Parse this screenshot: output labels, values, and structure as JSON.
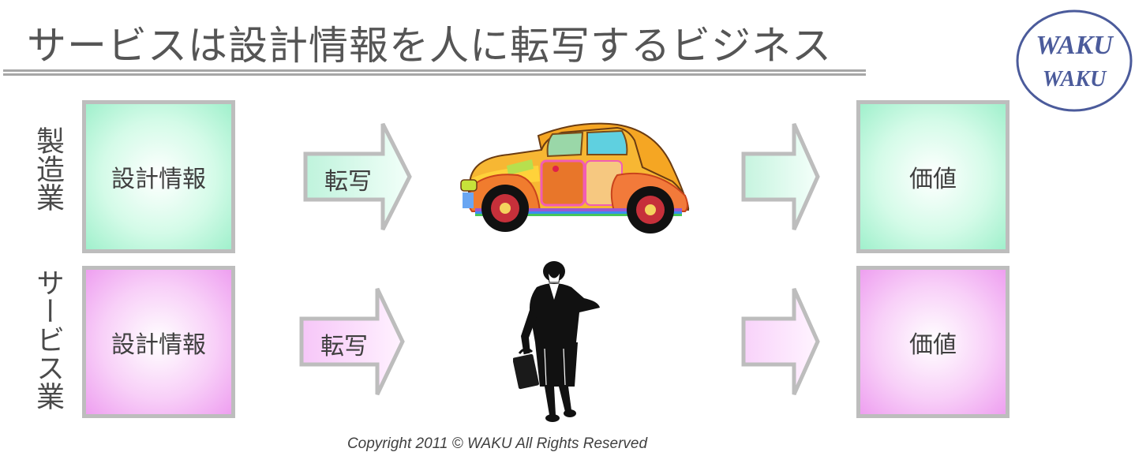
{
  "title": "サービスは設計情報を人に転写するビジネス",
  "logo": {
    "line1": "WAKU",
    "line2": "WAKU",
    "color": "#4b5b9b"
  },
  "rows": [
    {
      "label": "製造業",
      "source": "設計情報",
      "transfer": "転写",
      "medium": "car-clipart",
      "result": "価値",
      "color": "#a0f0cc"
    },
    {
      "label": "サービス業",
      "source": "設計情報",
      "transfer": "転写",
      "medium": "businesswoman-clipart",
      "result": "価値",
      "color": "#ee9ff0"
    }
  ],
  "copyright": "Copyright 2011 © WAKU All Rights Reserved"
}
